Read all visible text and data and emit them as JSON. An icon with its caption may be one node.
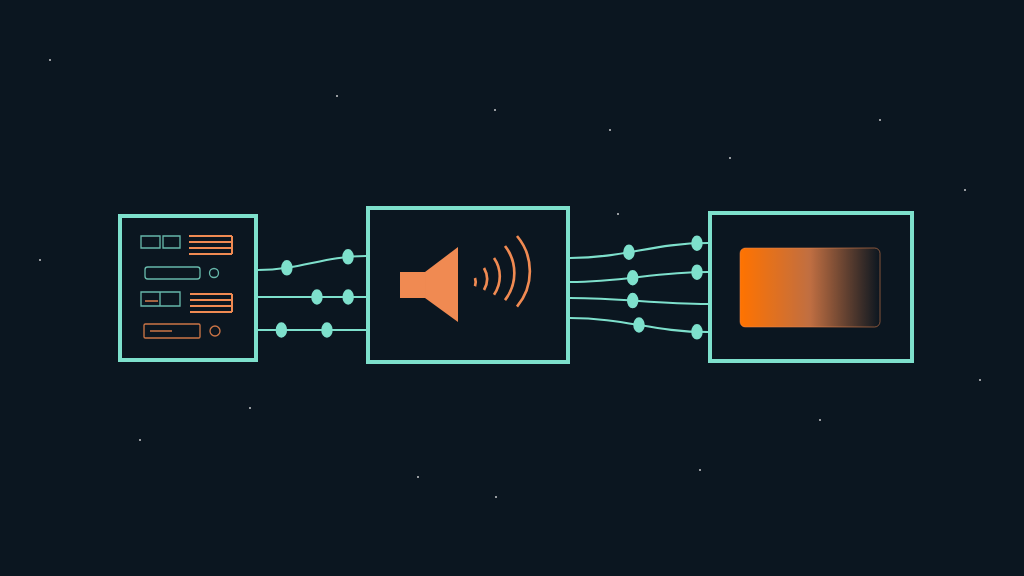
{
  "diagram": {
    "nodes": [
      {
        "text": [],
        "shape": "box"
      },
      {
        "text": [],
        "shape": "box"
      },
      {
        "text": [],
        "shape": "box"
      }
    ],
    "edges": [
      {
        "from": 0,
        "to": 1,
        "arrow": "none"
      },
      {
        "from": 0,
        "to": 1,
        "arrow": "none"
      },
      {
        "from": 0,
        "to": 1,
        "arrow": "none"
      },
      {
        "from": 1,
        "to": 2,
        "arrow": "none"
      },
      {
        "from": 1,
        "to": 2,
        "arrow": "none"
      },
      {
        "from": 1,
        "to": 2,
        "arrow": "none"
      },
      {
        "from": 1,
        "to": 2,
        "arrow": "none"
      }
    ]
  }
}
